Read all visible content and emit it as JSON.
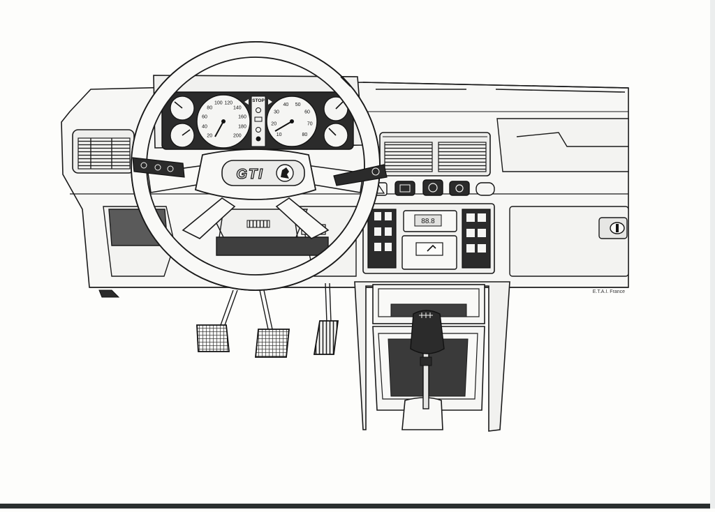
{
  "badge": {
    "text": "GTI"
  },
  "speedometer": {
    "ticks": [
      "20",
      "40",
      "60",
      "80",
      "100",
      "120",
      "140",
      "160",
      "180",
      "200"
    ]
  },
  "tachometer": {
    "ticks": [
      "10",
      "20",
      "30",
      "40",
      "50",
      "60",
      "70",
      "80"
    ]
  },
  "warning_panel": {
    "stop_label": "STOP"
  },
  "radio": {
    "display": "88.8"
  },
  "credit": {
    "text": "E.T.A.I. France"
  }
}
